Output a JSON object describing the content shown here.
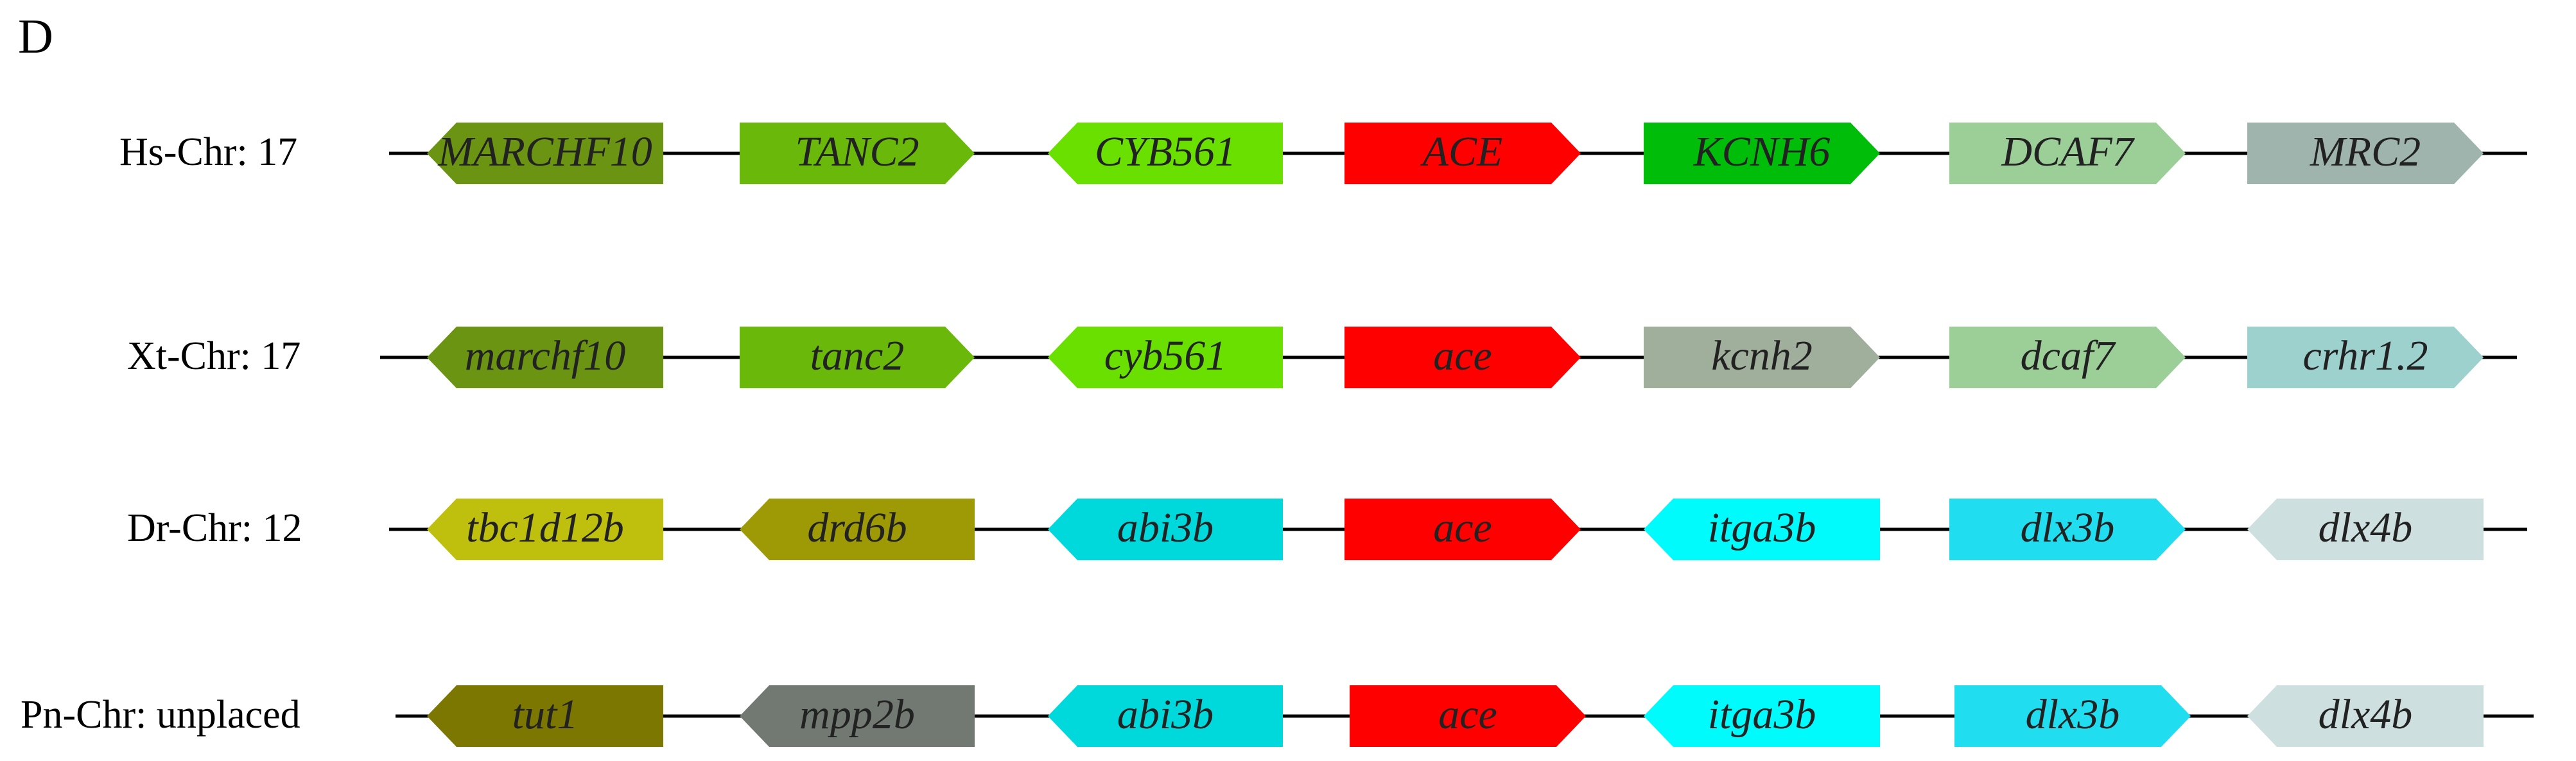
{
  "panel_label": "D",
  "tracks": [
    {
      "label": "Hs-Chr: 17",
      "genes": [
        {
          "name": "MARCHF10",
          "direction": "left",
          "color": "#6a9412"
        },
        {
          "name": "TANC2",
          "direction": "right",
          "color": "#6ab90a"
        },
        {
          "name": "CYB561",
          "direction": "left",
          "color": "#6ae000"
        },
        {
          "name": "ACE",
          "direction": "right",
          "color": "#ff0000"
        },
        {
          "name": "KCNH6",
          "direction": "right",
          "color": "#00bd0a"
        },
        {
          "name": "DCAF7",
          "direction": "right",
          "color": "#9ccf98"
        },
        {
          "name": "MRC2",
          "direction": "right",
          "color": "#9eb4ac"
        }
      ]
    },
    {
      "label": "Xt-Chr: 17",
      "genes": [
        {
          "name": "marchf10",
          "direction": "left",
          "color": "#6a9412"
        },
        {
          "name": "tanc2",
          "direction": "right",
          "color": "#6ab90a"
        },
        {
          "name": "cyb561",
          "direction": "left",
          "color": "#6ae000"
        },
        {
          "name": "ace",
          "direction": "right",
          "color": "#ff0000"
        },
        {
          "name": "kcnh2",
          "direction": "right",
          "color": "#a0ae9c"
        },
        {
          "name": "dcaf7",
          "direction": "right",
          "color": "#9ccf98"
        },
        {
          "name": "crhr1.2",
          "direction": "right",
          "color": "#9dd1cd"
        }
      ]
    },
    {
      "label": "Dr-Chr: 12",
      "genes": [
        {
          "name": "tbc1d12b",
          "direction": "left",
          "color": "#bfbf0d"
        },
        {
          "name": "drd6b",
          "direction": "left",
          "color": "#9e9a06"
        },
        {
          "name": "abi3b",
          "direction": "left",
          "color": "#00d9dc"
        },
        {
          "name": "ace",
          "direction": "right",
          "color": "#ff0000"
        },
        {
          "name": "itga3b",
          "direction": "left",
          "color": "#00fbfc"
        },
        {
          "name": "dlx3b",
          "direction": "right",
          "color": "#20ddef"
        },
        {
          "name": "dlx4b",
          "direction": "left",
          "color": "#cde0df"
        }
      ]
    },
    {
      "label": "Pn-Chr: unplaced",
      "genes": [
        {
          "name": "tut1",
          "direction": "left",
          "color": "#7b7700"
        },
        {
          "name": "mpp2b",
          "direction": "left",
          "color": "#727972"
        },
        {
          "name": "abi3b",
          "direction": "left",
          "color": "#00d9dc"
        },
        {
          "name": "ace",
          "direction": "right",
          "color": "#ff0000"
        },
        {
          "name": "itga3b",
          "direction": "left",
          "color": "#00fbfc"
        },
        {
          "name": "dlx3b",
          "direction": "right",
          "color": "#20ddef"
        },
        {
          "name": "dlx4b",
          "direction": "left",
          "color": "#cde0df"
        }
      ]
    }
  ]
}
